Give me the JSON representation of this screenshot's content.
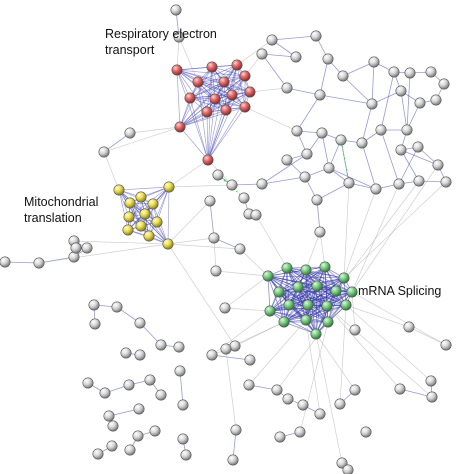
{
  "labels": {
    "respiratory_line1": "Respiratory electron",
    "respiratory_line2": "transport",
    "mitochondrial_line1": "Mitochondrial",
    "mitochondrial_line2": "translation",
    "mrna": "mRNA Splicing"
  },
  "colors": {
    "respiratory": "#e06a6a",
    "mitochondrial": "#ecdf5a",
    "mrna": "#7fcf86",
    "other": "#d6d6d6",
    "dense_edge": "#3236a8",
    "sparse_edge": "#b0b0b0",
    "accent_edge": "#33cc33"
  }
}
